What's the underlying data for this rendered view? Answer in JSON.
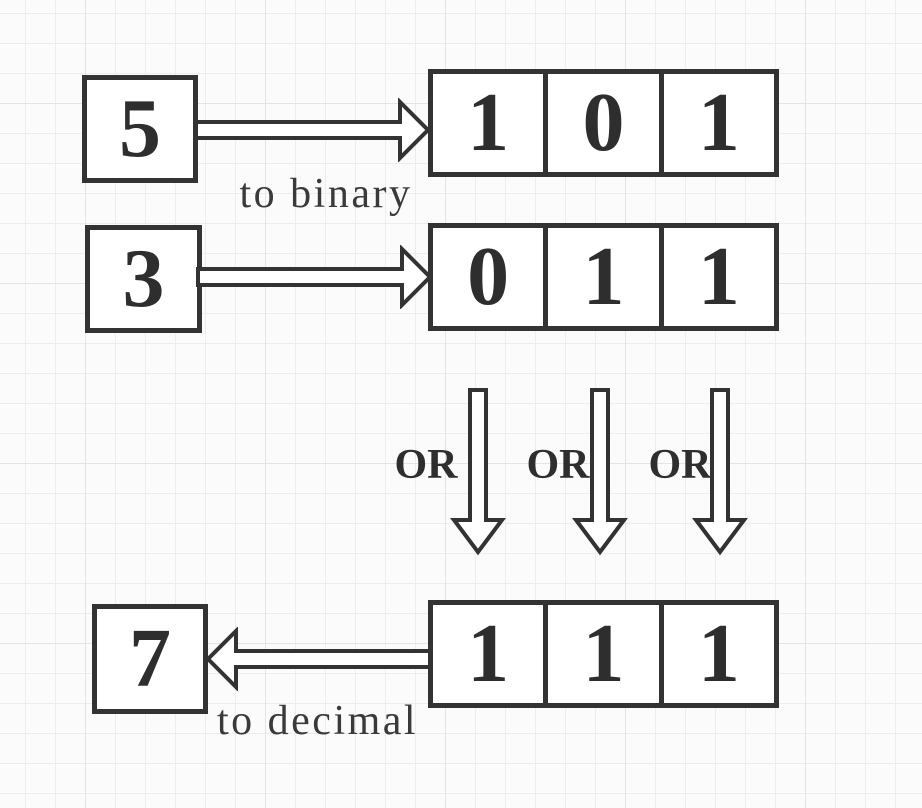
{
  "palette": {
    "ink": "#333333",
    "digit_text": "#2e2e2e",
    "paper": "#fbfbfb",
    "grid_line": "#ededed",
    "grid_line_major": "#e4e4e4",
    "box_fill": "#ffffff"
  },
  "diagram": {
    "operation": "bitwise OR",
    "top": {
      "decimal": "5",
      "bits": [
        "1",
        "0",
        "1"
      ],
      "arrow_label": "to binary"
    },
    "middle": {
      "decimal": "3",
      "bits": [
        "0",
        "1",
        "1"
      ]
    },
    "or_labels": [
      "OR",
      "OR",
      "OR"
    ],
    "result": {
      "decimal": "7",
      "bits": [
        "1",
        "1",
        "1"
      ],
      "arrow_label": "to decimal"
    }
  }
}
